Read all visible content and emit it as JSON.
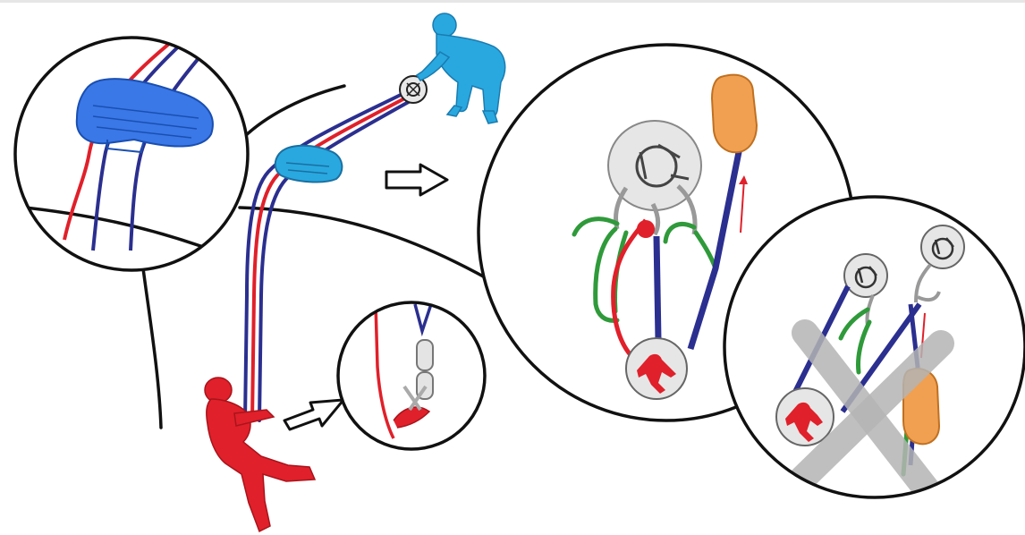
{
  "colors": {
    "background": "#ffffff",
    "outline": "#111111",
    "rope_blue": "#2b2f8f",
    "rope_red": "#e0202a",
    "rescuer": "#29a8e0",
    "rope_protector": "#3a78e8",
    "patient": "#e0202a",
    "sling_green": "#2f9a3a",
    "device_orange": "#f0a050",
    "carabiner_grey": "#c8c8c8",
    "cross_grey": "#b4b4b4"
  },
  "icons": [
    "rope-protector-icon",
    "anchor-plate-icon",
    "carabiner-icon",
    "pulley-device-icon",
    "arrow-right-icon",
    "cross-out-icon"
  ],
  "panels": {
    "edge_detail": "rope-protector-on-edge",
    "attachment_detail": "patient-attachment",
    "correct_system": "correct-anchor-system",
    "incorrect_system": "incorrect-anchor-system"
  }
}
